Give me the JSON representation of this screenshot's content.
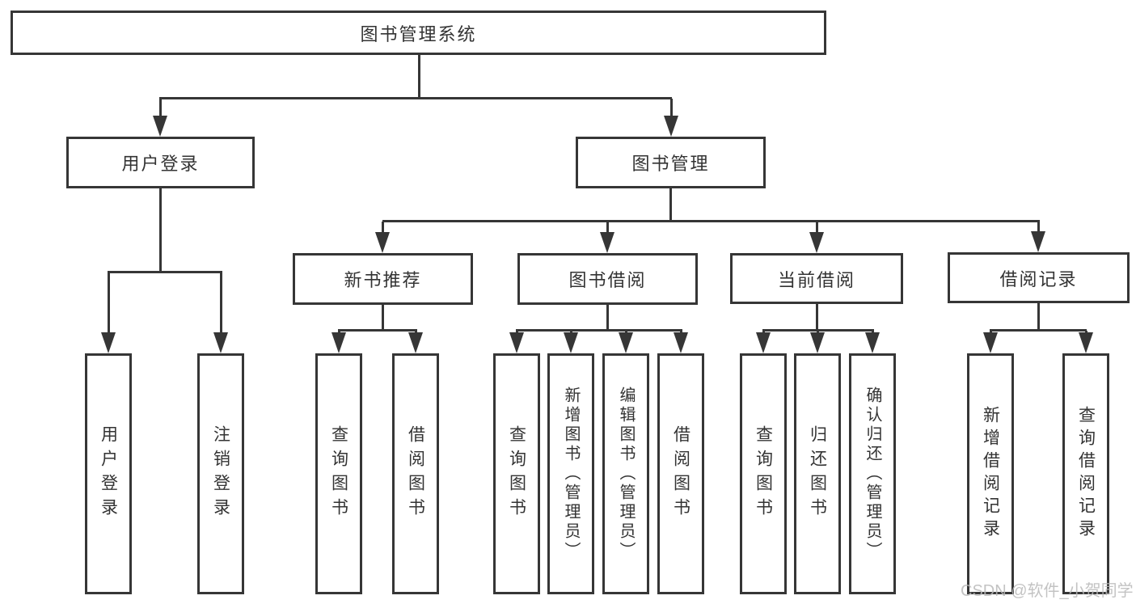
{
  "tree": {
    "root": {
      "label": "图书管理系统"
    },
    "level2": [
      {
        "label": "用户登录"
      },
      {
        "label": "图书管理"
      }
    ],
    "level3": [
      {
        "label": "新书推荐"
      },
      {
        "label": "图书借阅"
      },
      {
        "label": "当前借阅"
      },
      {
        "label": "借阅记录"
      }
    ],
    "leaves": {
      "user_login": [
        "用户登录",
        "注销登录"
      ],
      "new_book": [
        "查询图书",
        "借阅图书"
      ],
      "borrow": [
        "查询图书",
        "新增图书（管理员）",
        "编辑图书（管理员）",
        "借阅图书"
      ],
      "current": [
        "查询图书",
        "归还图书",
        "确认归还（管理员）"
      ],
      "records": [
        "新增借阅记录",
        "查询借阅记录"
      ]
    }
  },
  "watermark": {
    "text": "CSDN @软件_小贺同学"
  },
  "colors": {
    "line": "#363636",
    "text": "#333333",
    "background": "#ffffff",
    "watermark": "#b9b9b9"
  }
}
